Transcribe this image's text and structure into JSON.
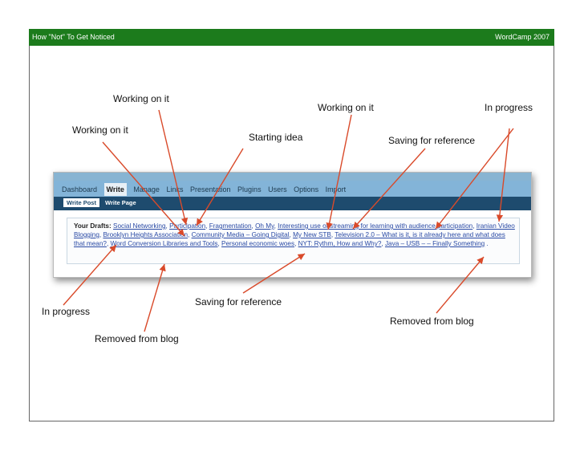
{
  "header": {
    "title": "How \"Not\" To Get Noticed",
    "event": "WordCamp 2007"
  },
  "annotations": [
    "Working on it",
    "Working on it",
    "Working on it",
    "In progress",
    "Starting idea",
    "Saving for reference",
    "In progress",
    "Saving for reference",
    "Removed from blog",
    "Removed from blog"
  ],
  "arrow_color": "#d94a2a",
  "screenshot": {
    "nav": [
      "Dashboard",
      "Write",
      "Manage",
      "Links",
      "Presentation",
      "Plugins",
      "Users",
      "Options",
      "Import"
    ],
    "subnav": [
      "Write Post",
      "Write Page"
    ],
    "drafts_label": "Your Drafts:",
    "drafts": [
      "Social Networking",
      "Participation",
      "Fragmentation",
      "Oh My",
      "Interesting use of streaming for learning with audience participation",
      "Iranian Video Blogging",
      "Brooklyn Heights Association",
      "Community Media – Going Digital",
      "My New STB",
      "Television 2.0 – What is it, is it already here and what does that mean?",
      "Word Conversion Libraries and Tools",
      "Personal economic woes",
      "NYT: Rythm, How and Why?",
      "Java – USB – – Finally Something"
    ]
  }
}
